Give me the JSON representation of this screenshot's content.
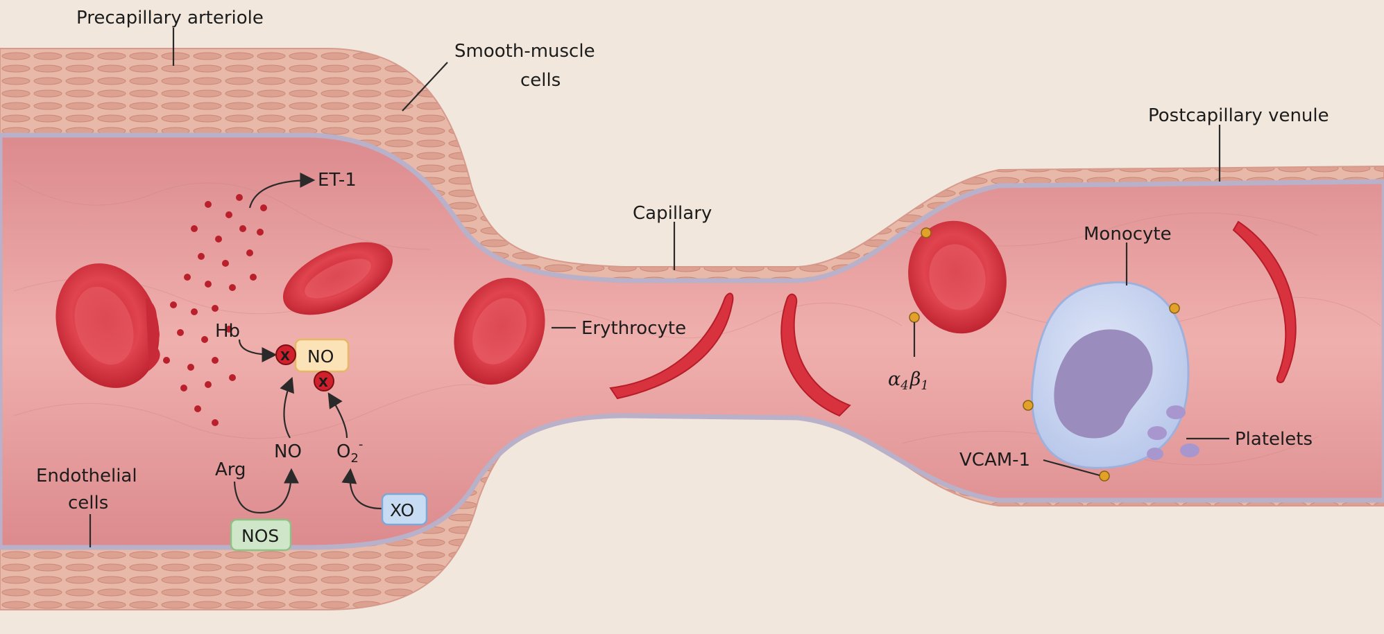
{
  "labels": {
    "precapillary_arteriole": "Precapillary arteriole",
    "smooth_muscle_line1": "Smooth-muscle",
    "smooth_muscle_line2": "cells",
    "postcapillary_venule": "Postcapillary venule",
    "capillary": "Capillary",
    "et1": "ET-1",
    "monocyte": "Monocyte",
    "hb": "Hb",
    "no_box": "NO",
    "erythrocyte": "Erythrocyte",
    "alpha_beta": "α4β1",
    "alpha": "α",
    "alpha_sub": "4",
    "beta": "β",
    "beta_sub": "1",
    "platelets": "Platelets",
    "vcam1": "VCAM-1",
    "endothelial_line1": "Endothelial",
    "endothelial_line2": "cells",
    "arg": "Arg",
    "no_product": "NO",
    "o2": "O",
    "o2_sub": "2",
    "o2_sup": "-",
    "nos": "NOS",
    "xo": "XO",
    "block_mark": "X"
  },
  "colors": {
    "background": "#f1e7dc",
    "vessel_wall": "#e9bdb0",
    "lumen": "#e79a9a",
    "erythrocyte": "#d6323f",
    "monocyte": "#c9d5f0",
    "nucleus": "#9a8cbc",
    "nos_box": "#cfe6c9",
    "xo_box": "#c7dcf3",
    "no_box": "#fbe3b7",
    "block": "#d0202c"
  }
}
